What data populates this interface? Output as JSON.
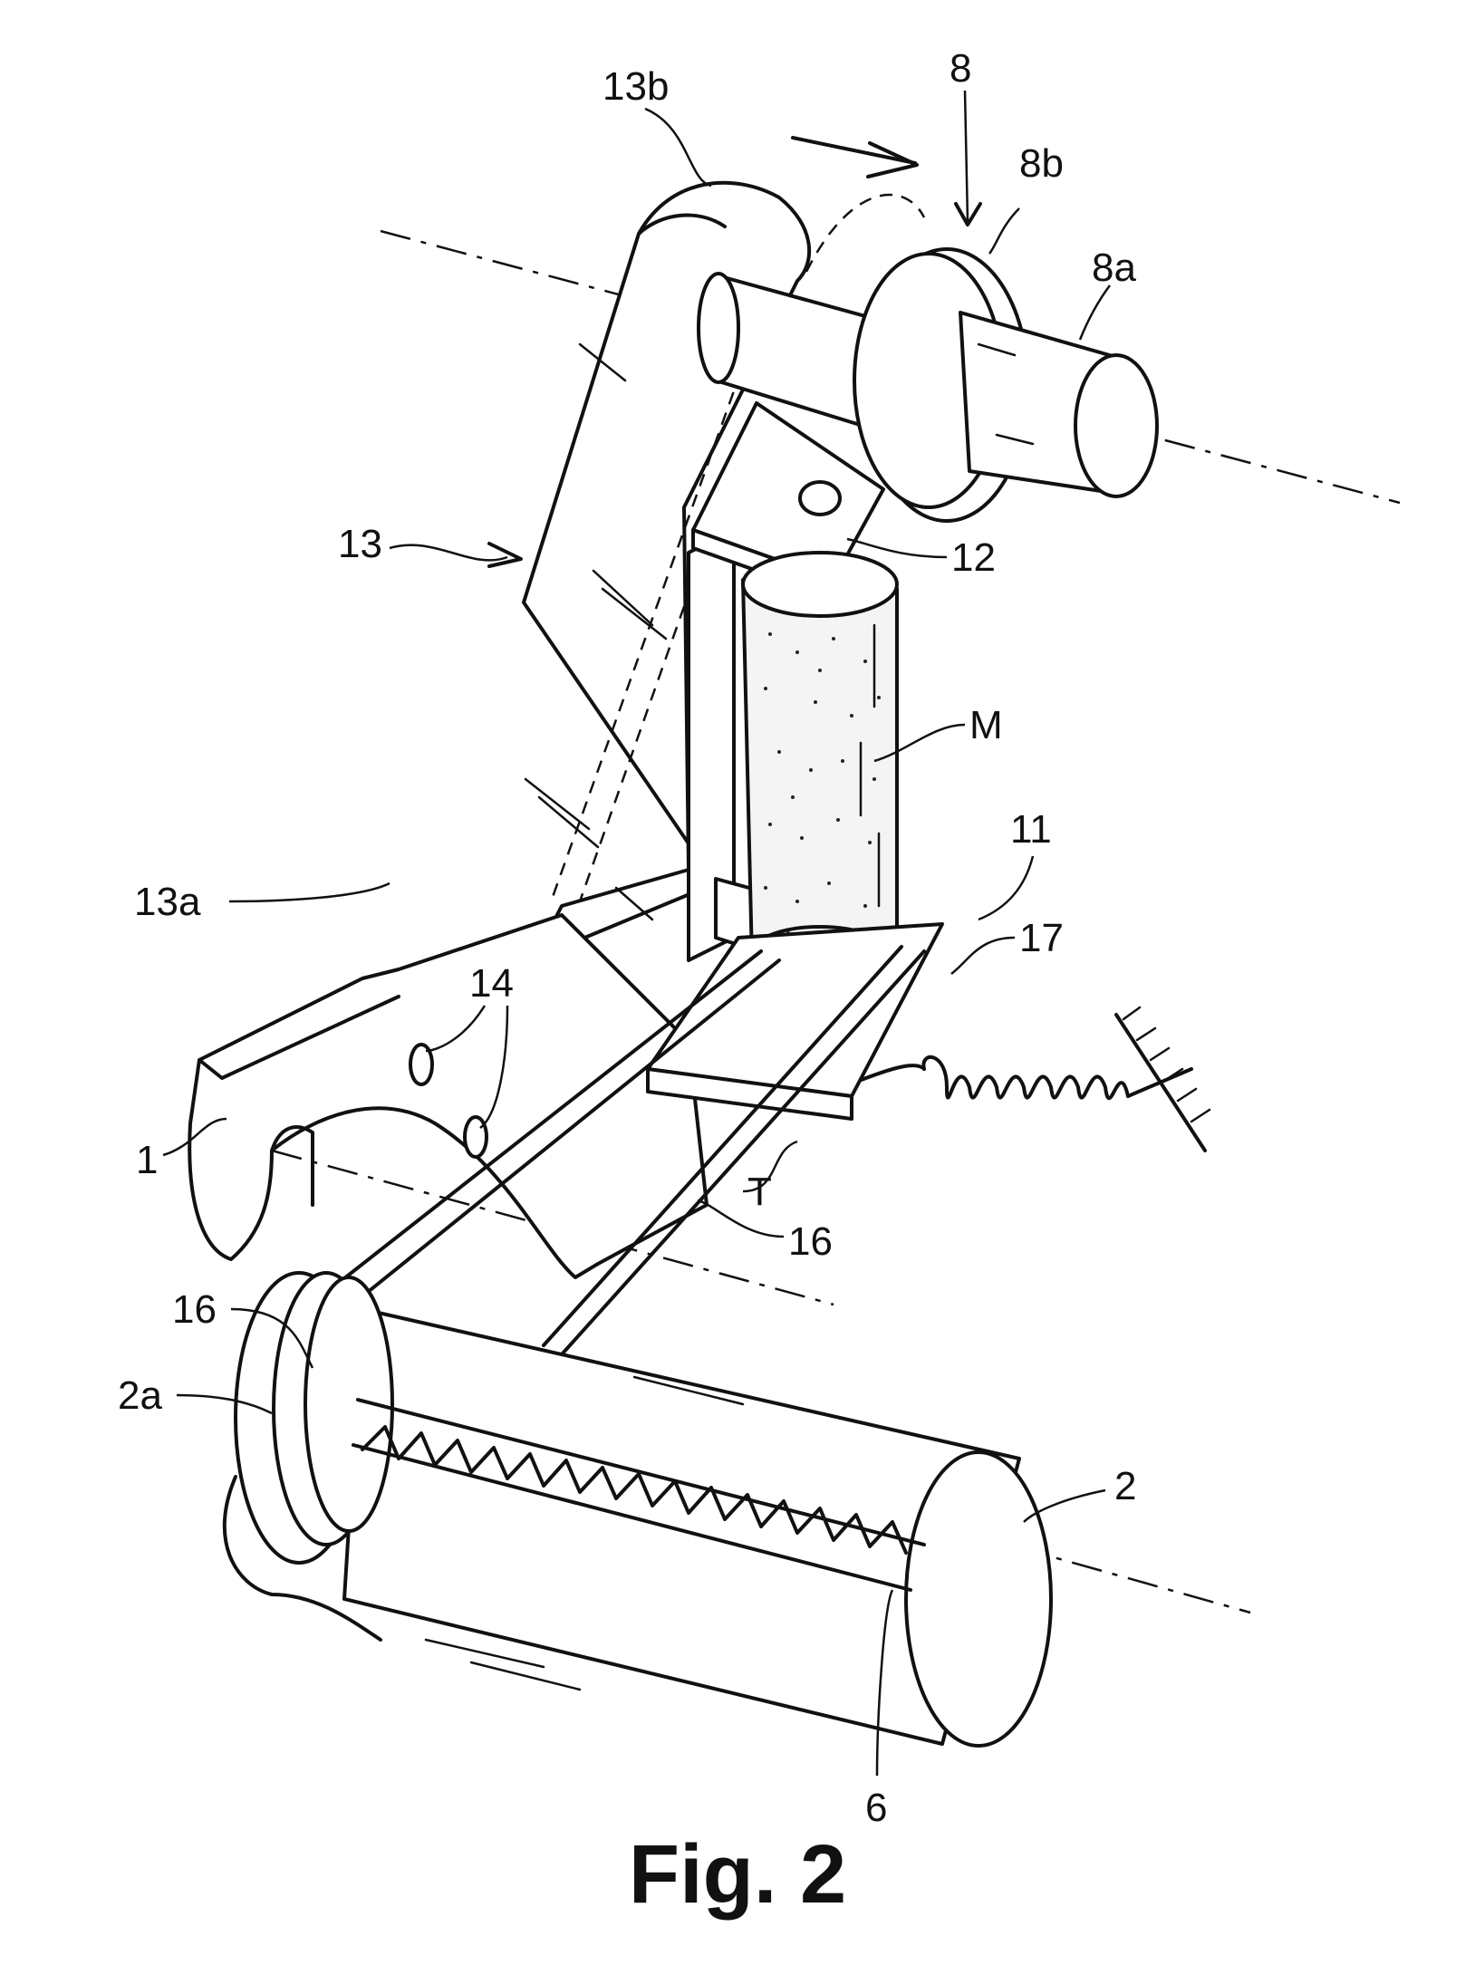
{
  "figure": {
    "caption": "Fig. 2",
    "labels": {
      "l_8": "8",
      "l_8a": "8a",
      "l_8b": "8b",
      "l_13b": "13b",
      "l_13": "13",
      "l_12": "12",
      "l_M": "M",
      "l_11": "11",
      "l_17": "17",
      "l_13a": "13a",
      "l_14": "14",
      "l_1": "1",
      "l_T": "T",
      "l_16r": "16",
      "l_16l": "16",
      "l_2a": "2a",
      "l_2": "2",
      "l_6": "6"
    }
  }
}
